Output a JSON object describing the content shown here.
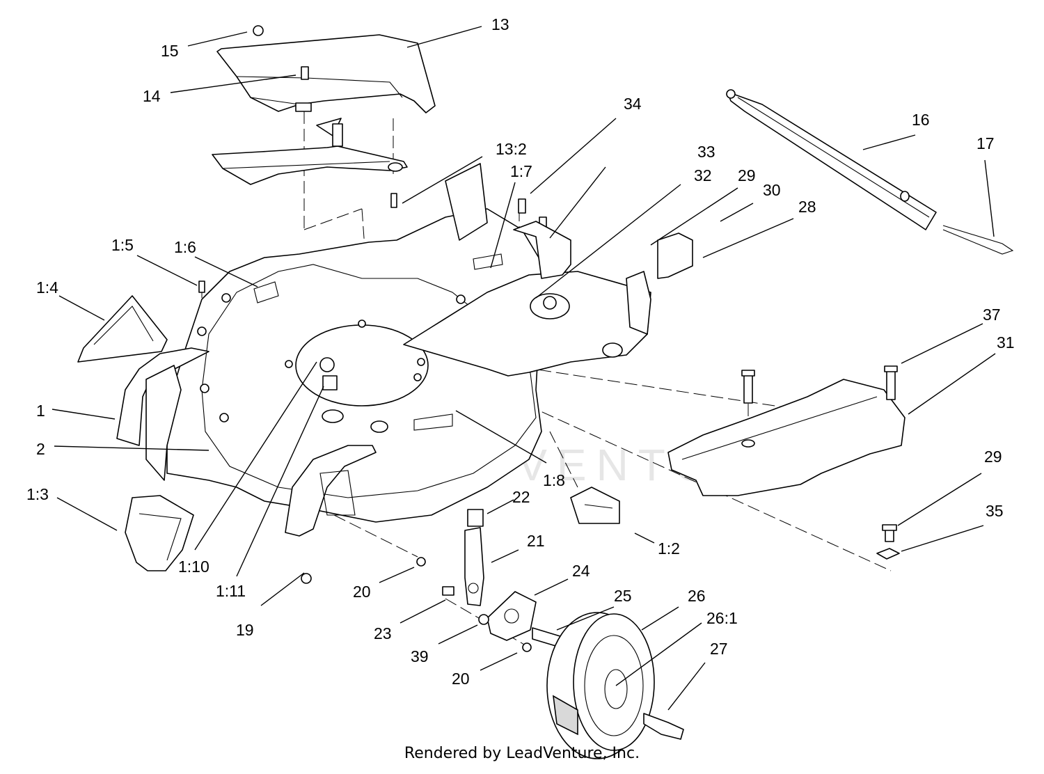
{
  "callouts": [
    "1",
    "2",
    "1:2",
    "1:3",
    "1:4",
    "1:5",
    "1:6",
    "1:7",
    "1:8",
    "1:10",
    "1:11",
    "13",
    "13:2",
    "14",
    "15",
    "16",
    "17",
    "19",
    "20",
    "20",
    "21",
    "22",
    "23",
    "24",
    "25",
    "26",
    "26:1",
    "27",
    "28",
    "29",
    "29",
    "30",
    "31",
    "32",
    "33",
    "34",
    "35",
    "37",
    "39"
  ],
  "watermark": "LEADVENTURE",
  "credit": "Rendered by LeadVenture, Inc."
}
